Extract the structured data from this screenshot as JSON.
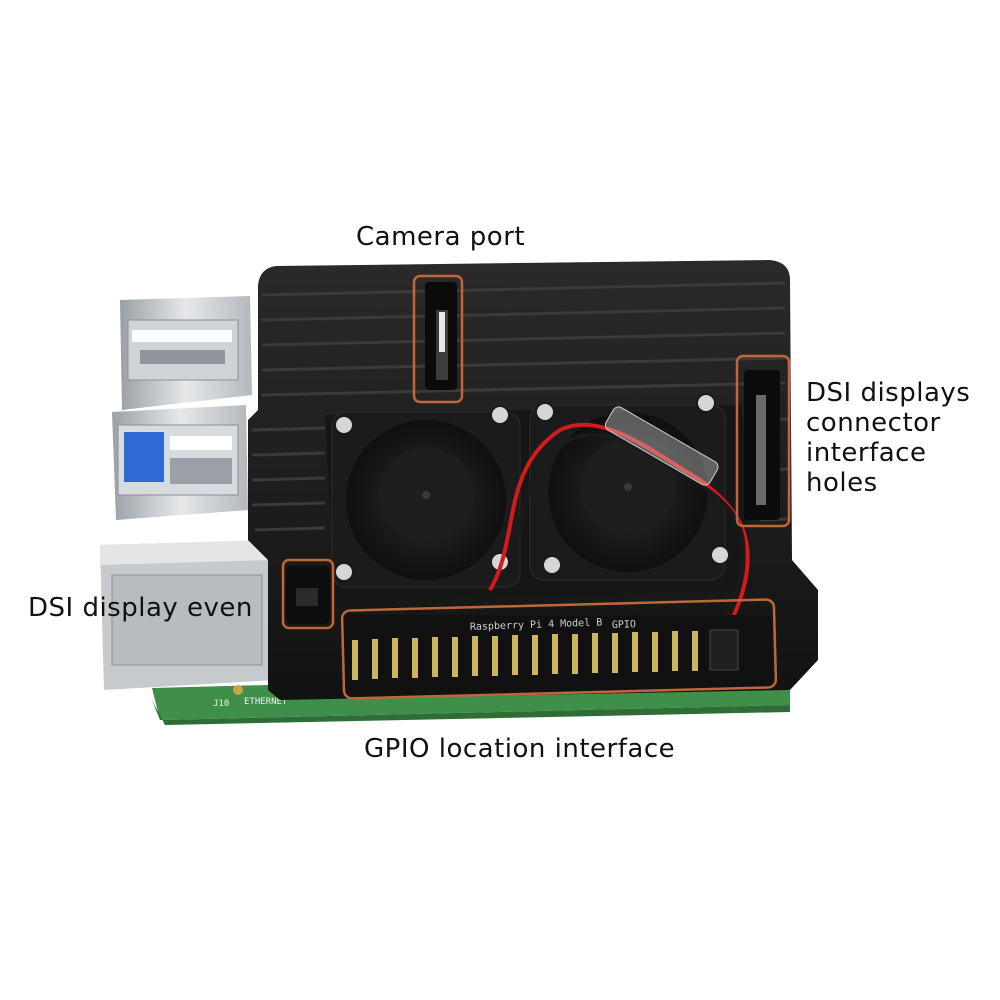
{
  "labels": {
    "camera_port": "Camera port",
    "dsi_connector": [
      "DSI displays",
      "connector",
      "interface",
      "holes"
    ],
    "dsi_display_even": "DSI display even",
    "gpio": "GPIO location interface"
  },
  "pcb_text": {
    "board_model": "Raspberry Pi 4 Model B",
    "gpio_mark": "GPIO",
    "ethernet": "ETHERNET",
    "j10": "J10"
  },
  "colors": {
    "case": "#1e1e1e",
    "highlight": "#c0673a",
    "pcb": "#3f8f4a",
    "wire_red": "#d21b1b"
  }
}
